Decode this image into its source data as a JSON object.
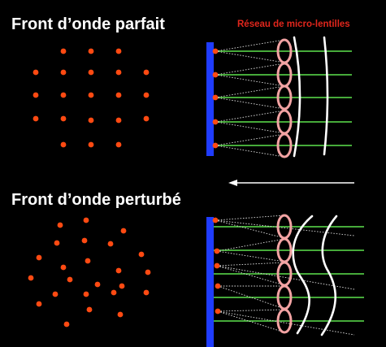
{
  "titles": {
    "perfect": "Front d’onde parfait",
    "perturbed": "Front d’onde perturbé"
  },
  "microlens_label": "Réseau de micro-lentilles",
  "colors": {
    "background": "#000000",
    "dot": "#ff4a12",
    "sensor": "#1f3cff",
    "ray": "#5ee24e",
    "lens": "#f3a3a3",
    "wavefront": "#ffffff",
    "dotted_ray": "#d8d8d8",
    "label_red": "#e1261c"
  },
  "direction_arrow": {
    "icon": "arrow-left-icon"
  }
}
